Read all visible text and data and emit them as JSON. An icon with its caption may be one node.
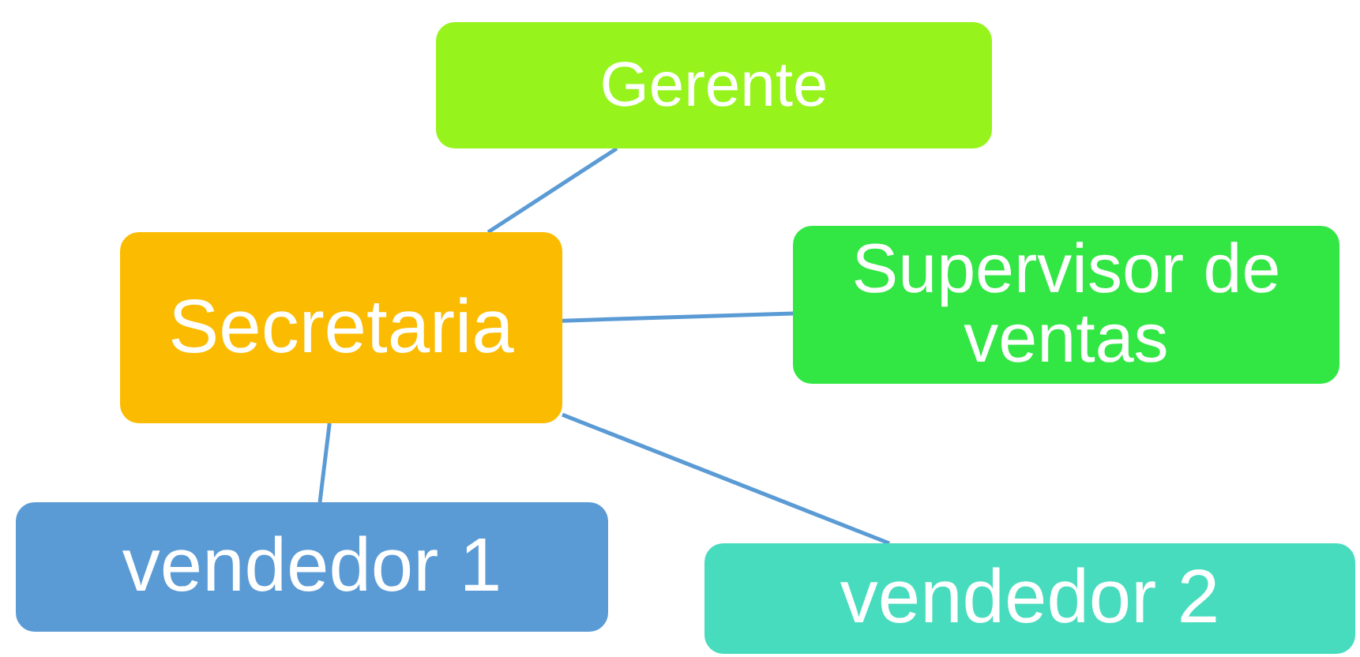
{
  "diagram": {
    "nodes": [
      {
        "text": [
          "Gerente"
        ]
      },
      {
        "text": [
          "Secretaria"
        ]
      },
      {
        "text": [
          "Supervisor de ventas"
        ]
      },
      {
        "text": [
          "vendedor 1"
        ]
      },
      {
        "text": [
          "vendedor 2"
        ]
      }
    ],
    "edges": [
      {
        "from": 0,
        "to": 1,
        "arrow": "none"
      },
      {
        "from": 1,
        "to": 2,
        "arrow": "none"
      },
      {
        "from": 1,
        "to": 3,
        "arrow": "none"
      },
      {
        "from": 1,
        "to": 4,
        "arrow": "none"
      }
    ]
  }
}
